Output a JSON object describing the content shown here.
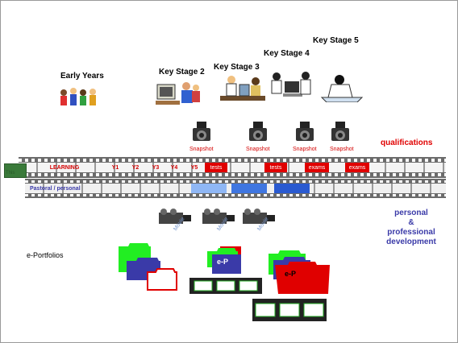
{
  "stages": [
    {
      "label": "Early Years"
    },
    {
      "label": "Key Stage 2"
    },
    {
      "label": "Key Stage 3"
    },
    {
      "label": "Key Stage 4"
    },
    {
      "label": "Key Stage 5"
    }
  ],
  "snapshot_label": "Snapshot",
  "qualifications_label": "qualifications",
  "learning_row": {
    "side_label": "This",
    "title": "LEARNING",
    "years": [
      "Y1",
      "Y2",
      "Y3",
      "Y4",
      "Y5"
    ],
    "markers": [
      "tests",
      "tests",
      "exams",
      "exams"
    ]
  },
  "pastoral_row": {
    "title": "Pastoral / personal"
  },
  "movie_label": "Movie",
  "personal_dev": {
    "line1": "personal",
    "line2": "&",
    "line3": "professional",
    "line4": "development"
  },
  "eportfolios_label": "e-Portfolios",
  "ep_label": "e-P",
  "colors": {
    "red": "#e00000",
    "blue": "#3a3aa8",
    "green": "#22ee22",
    "pastoral_blue": "#3f76e0",
    "pastoral_light": "#8fb7f5"
  }
}
